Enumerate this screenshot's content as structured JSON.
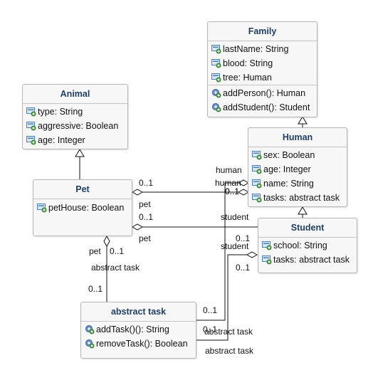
{
  "classes": {
    "family": {
      "name": "Family",
      "attributes": [
        {
          "label": "lastName: String",
          "icon": "attribute-icon"
        },
        {
          "label": "blood: String",
          "icon": "attribute-icon"
        },
        {
          "label": "tree: Human",
          "icon": "attribute-icon"
        }
      ],
      "operations": [
        {
          "label": "addPerson(): Human",
          "icon": "operation-icon"
        },
        {
          "label": "addStudent(): Student",
          "icon": "operation-icon"
        }
      ]
    },
    "animal": {
      "name": "Animal",
      "attributes": [
        {
          "label": "type: String",
          "icon": "attribute-icon"
        },
        {
          "label": "aggressive: Boolean",
          "icon": "attribute-icon"
        },
        {
          "label": "age: Integer",
          "icon": "attribute-icon"
        }
      ]
    },
    "human": {
      "name": "Human",
      "attributes": [
        {
          "label": "sex: Boolean",
          "icon": "attribute-icon"
        },
        {
          "label": "age: Integer",
          "icon": "attribute-icon"
        },
        {
          "label": "name: String",
          "icon": "attribute-icon"
        },
        {
          "label": "tasks: abstract task",
          "icon": "attribute-icon"
        }
      ]
    },
    "pet": {
      "name": "Pet",
      "attributes": [
        {
          "label": "petHouse: Boolean",
          "icon": "attribute-icon"
        }
      ]
    },
    "student": {
      "name": "Student",
      "attributes": [
        {
          "label": "school: String",
          "icon": "attribute-icon"
        },
        {
          "label": "tasks: abstract task",
          "icon": "attribute-icon"
        }
      ]
    },
    "abstract_task": {
      "name": "abstract task",
      "operations": [
        {
          "label": "addTask()(): String",
          "icon": "operation-icon"
        },
        {
          "label": "removeTask(): Boolean",
          "icon": "operation-icon"
        }
      ]
    }
  },
  "labels": {
    "pet_human_mult_a": "0..1",
    "pet_human_role_a": "pet",
    "pet_human_role_b": "human",
    "pet_human_mult_b": "0..1",
    "pet_student_mult_a": "0..1",
    "pet_student_role_a": "pet",
    "pet_student_role_b": "student",
    "human_task_role": "human",
    "human_task_mult": "0..1",
    "student_task_role": "student",
    "student_task_mult": "0..1",
    "student_task_mult2": "0..1",
    "pet_task_role": "pet",
    "pet_task_mult": "0..1",
    "pet_task_role_b": "abstract task",
    "pet_task_mult_b": "0..1",
    "task_mult_1": "0..1",
    "task_role_1": "abstract task",
    "task_mult_2": "0..1",
    "task_role_2": "abstract task"
  },
  "colors": {
    "title": "#1f3f66",
    "attribute_icon": "#3a8a3a",
    "operation_icon": "#2f5fa5",
    "box_fill": "#f7f7f7",
    "border": "#b5b5b5"
  }
}
